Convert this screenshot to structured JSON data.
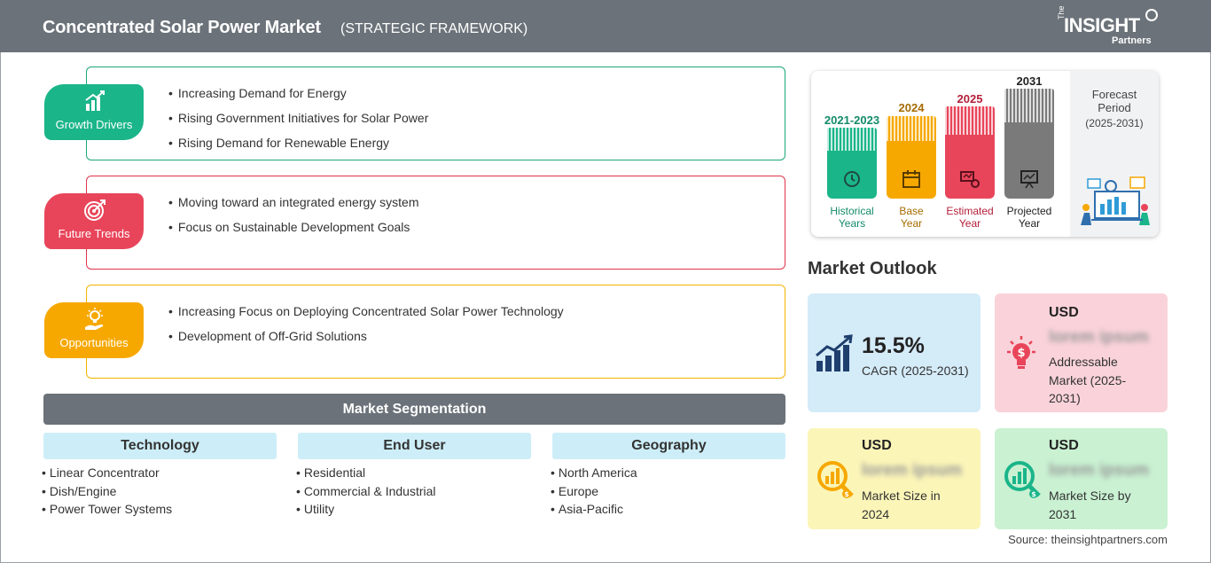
{
  "header": {
    "title": "Concentrated Solar Power Market",
    "subtitle": "(STRATEGIC FRAMEWORK)",
    "logo": {
      "the": "The",
      "insight": "INSIGHT",
      "partners": "Partners"
    }
  },
  "colors": {
    "green": "#1bb58a",
    "red": "#e8455a",
    "yellow": "#f6a800",
    "header": "#6b7279"
  },
  "sections": [
    {
      "label": "Growth Drivers",
      "icon": "bar-chart-growth-icon",
      "items": [
        "Increasing Demand for Energy",
        "Rising Government Initiatives for Solar Power",
        "Rising Demand for Renewable Energy"
      ]
    },
    {
      "label": "Future Trends",
      "icon": "target-icon",
      "items": [
        "Moving toward an integrated energy system",
        "Focus on Sustainable Development Goals"
      ]
    },
    {
      "label": "Opportunities",
      "icon": "lightbulb-hand-icon",
      "items": [
        "Increasing Focus on Deploying Concentrated Solar Power Technology",
        "Development of Off-Grid Solutions"
      ]
    }
  ],
  "segmentation": {
    "title": "Market Segmentation",
    "columns": [
      {
        "head": "Technology",
        "items": [
          "Linear Concentrator",
          "Dish/Engine",
          "Power Tower Systems"
        ]
      },
      {
        "head": "End User",
        "items": [
          "Residential",
          "Commercial & Industrial",
          "Utility"
        ]
      },
      {
        "head": "Geography",
        "items": [
          "North America",
          "Europe",
          "Asia-Pacific"
        ]
      }
    ]
  },
  "timeline": {
    "columns": [
      {
        "year": "2021-2023",
        "caption1": "Historical",
        "caption2": "Years",
        "color": "#1bb58a",
        "year_color": "#138a69",
        "caption_color": "#138a69",
        "icon": "history-icon"
      },
      {
        "year": "2024",
        "caption1": "Base",
        "caption2": "Year",
        "color": "#f6a800",
        "year_color": "#a56b00",
        "caption_color": "#a56b00",
        "icon": "calendar-icon"
      },
      {
        "year": "2025",
        "caption1": "Estimated",
        "caption2": "Year",
        "color": "#e8455a",
        "year_color": "#b3203a",
        "caption_color": "#b3203a",
        "icon": "estimate-icon"
      },
      {
        "year": "2031",
        "caption1": "Projected",
        "caption2": "Year",
        "color": "#7a7a7a",
        "year_color": "#222222",
        "caption_color": "#222222",
        "icon": "projection-board-icon"
      }
    ],
    "forecast": {
      "line1": "Forecast",
      "line2": "Period",
      "range": "(2025-2031)"
    }
  },
  "outlook": {
    "title": "Market Outlook",
    "cagr": {
      "value": "15.5%",
      "label": "CAGR (2025-2031)"
    },
    "addressable": {
      "currency": "USD",
      "value": "lorem ipsum",
      "label1": "Addressable",
      "label2": "Market (2025-",
      "label3": "2031)"
    },
    "size2024": {
      "currency": "USD",
      "value": "lorem ipsum",
      "label1": "Market Size in",
      "label2": "2024"
    },
    "size2031": {
      "currency": "USD",
      "value": "lorem ipsum",
      "label1": "Market Size by",
      "label2": "2031"
    }
  },
  "source": "Source: theinsightpartners.com"
}
